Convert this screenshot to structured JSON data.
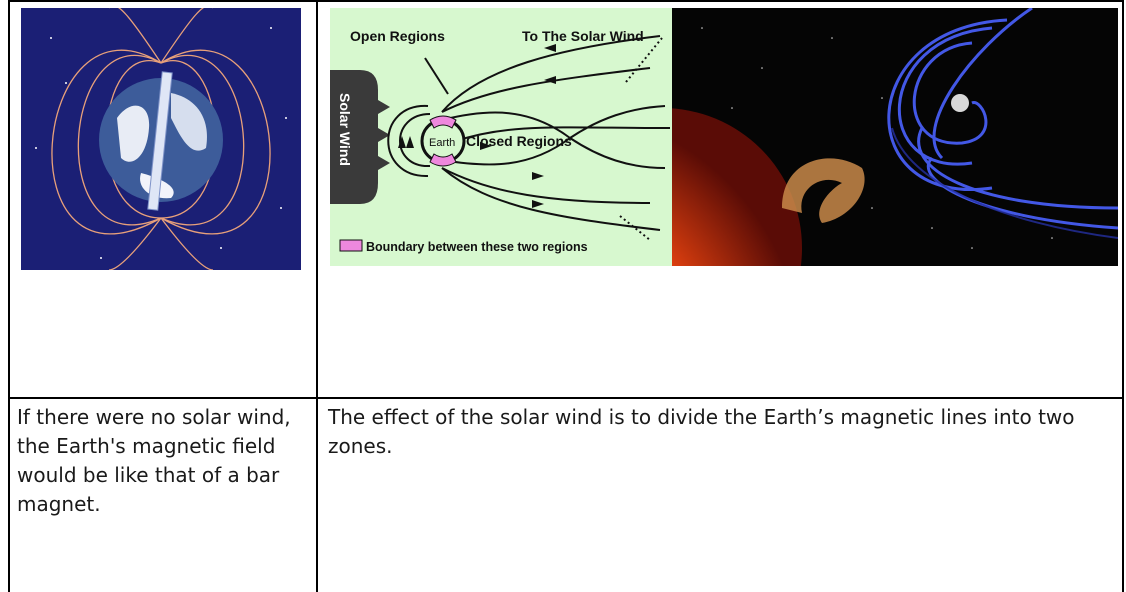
{
  "table": {
    "top_right": {
      "diagram": {
        "open_regions": "Open Regions",
        "to_solar_wind": "To The Solar Wind",
        "solar_wind": "Solar Wind",
        "earth": "Earth",
        "closed_regions": "Closed Regions",
        "boundary_legend": "Boundary between these two regions",
        "colors": {
          "background": "#d7f8cf",
          "boundary": "#ee88dd",
          "wind_block": "#3a3a3a"
        }
      }
    },
    "bottom_left": {
      "text": "If there were no solar wind, the Earth's magnetic field would be like that of a bar magnet."
    },
    "bottom_right": {
      "text": "The effect of the solar wind is to divide the Earth’s magnetic lines into two zones."
    }
  }
}
